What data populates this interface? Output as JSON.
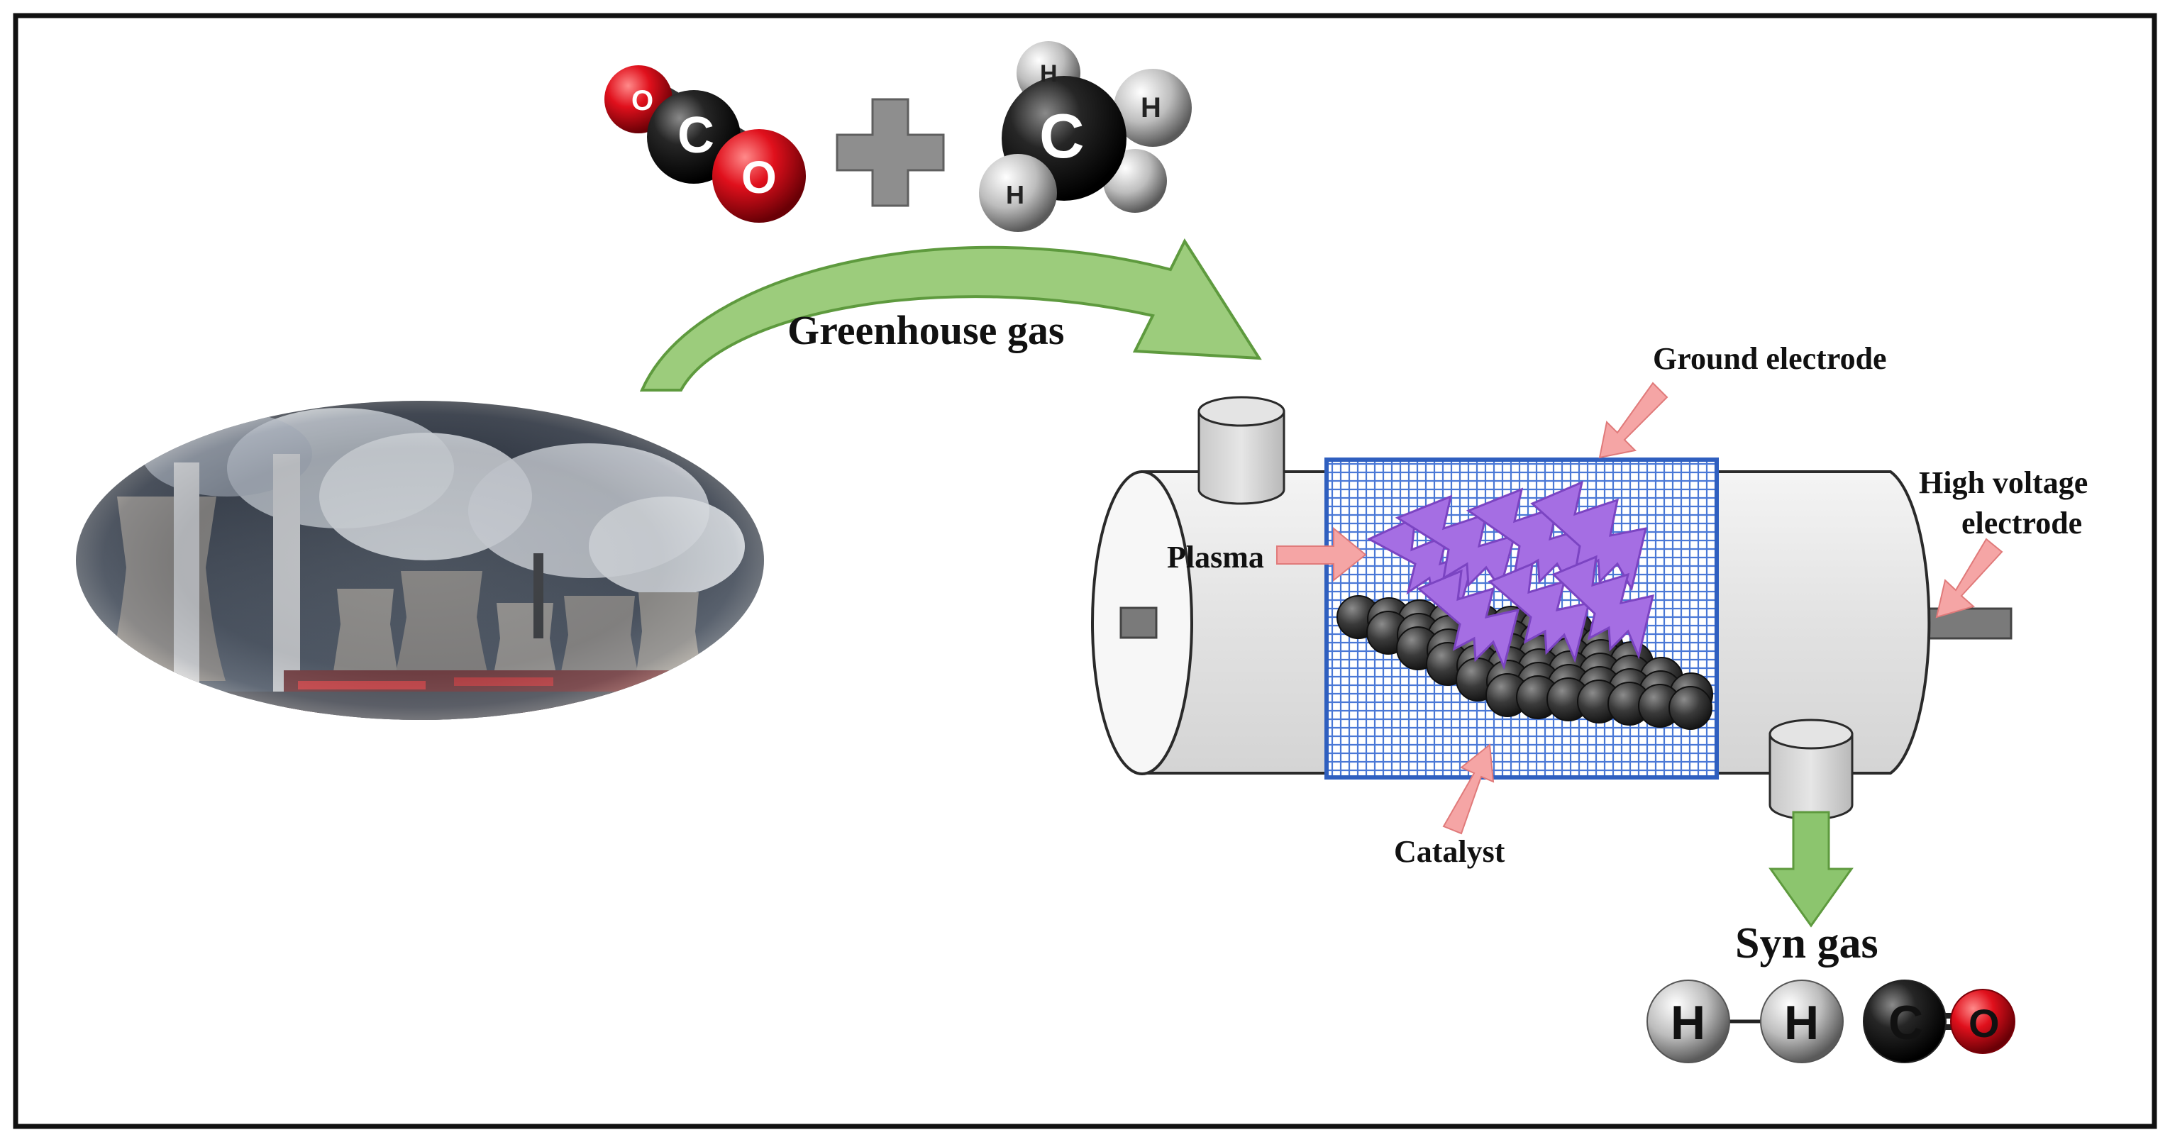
{
  "labels": {
    "greenhouse_gas": "Greenhouse gas",
    "ground_electrode": "Ground electrode",
    "high_voltage_line1": "High voltage",
    "high_voltage_line2": "electrode",
    "plasma": "Plasma",
    "catalyst": "Catalyst",
    "syn_gas": "Syn gas"
  },
  "molecules": {
    "co2": {
      "atoms": [
        "O",
        "C",
        "O"
      ]
    },
    "plus": "+",
    "ch4": {
      "atoms": [
        "C",
        "H",
        "H",
        "H"
      ]
    },
    "syngas": {
      "atoms": [
        "H",
        "H",
        "C",
        "O"
      ]
    }
  },
  "colors": {
    "oxygen": "#e0101c",
    "carbon": "#1a1a1a",
    "hydrogen": "#d0d0d0",
    "mesh_blue": "#3a64c8",
    "plasma_purple": "#a873e6",
    "pointer_pink": "#f6a3a3",
    "flow_green": "#8cc56e",
    "reactor_gray": "#e8e8e8"
  }
}
